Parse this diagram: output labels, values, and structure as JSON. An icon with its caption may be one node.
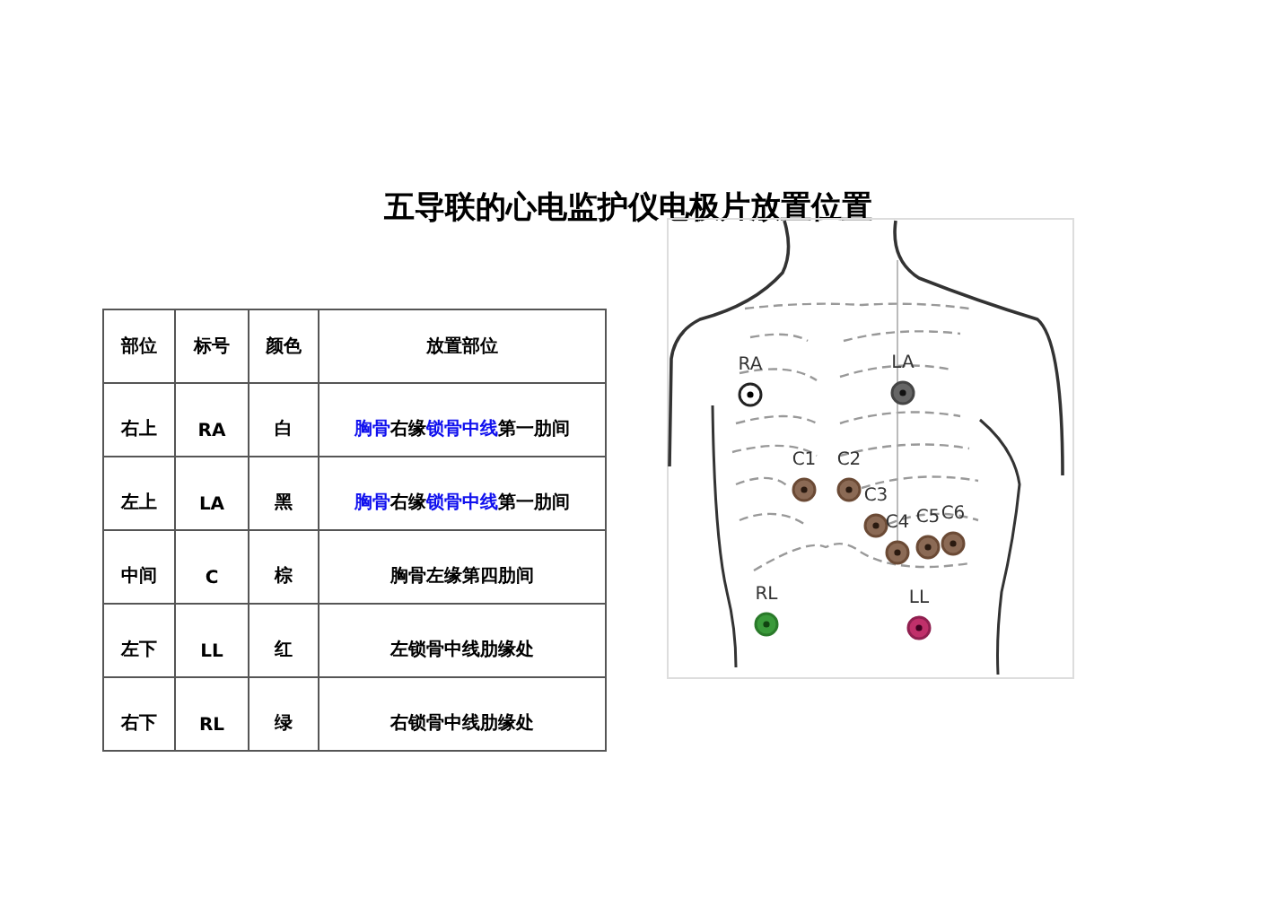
{
  "diagram": {
    "title": "五导联的心电监护仪电极片放置位置",
    "nodes": [
      {
        "text": [
          "RA"
        ]
      },
      {
        "text": [
          "LA"
        ]
      },
      {
        "text": [
          "C1"
        ]
      },
      {
        "text": [
          "C2"
        ]
      },
      {
        "text": [
          "C3"
        ]
      },
      {
        "text": [
          "C4"
        ]
      },
      {
        "text": [
          "C5"
        ]
      },
      {
        "text": [
          "C6"
        ]
      },
      {
        "text": [
          "RL"
        ]
      },
      {
        "text": [
          "LL"
        ]
      }
    ],
    "labels": [
      "部位",
      "标号",
      "颜色",
      "放置部位",
      "右上",
      "RA",
      "白",
      "**胸骨**右缘**锁骨中线**第一肋间",
      "左上",
      "LA",
      "黑",
      "**胸骨**右缘**锁骨中线**第一肋间",
      "中间",
      "C",
      "棕",
      "胸骨左缘第四肋间",
      "左下",
      "LL",
      "红",
      "左锁骨中线肋缘处",
      "右下",
      "RL",
      "绿",
      "右锁骨中线肋缘处"
    ]
  }
}
